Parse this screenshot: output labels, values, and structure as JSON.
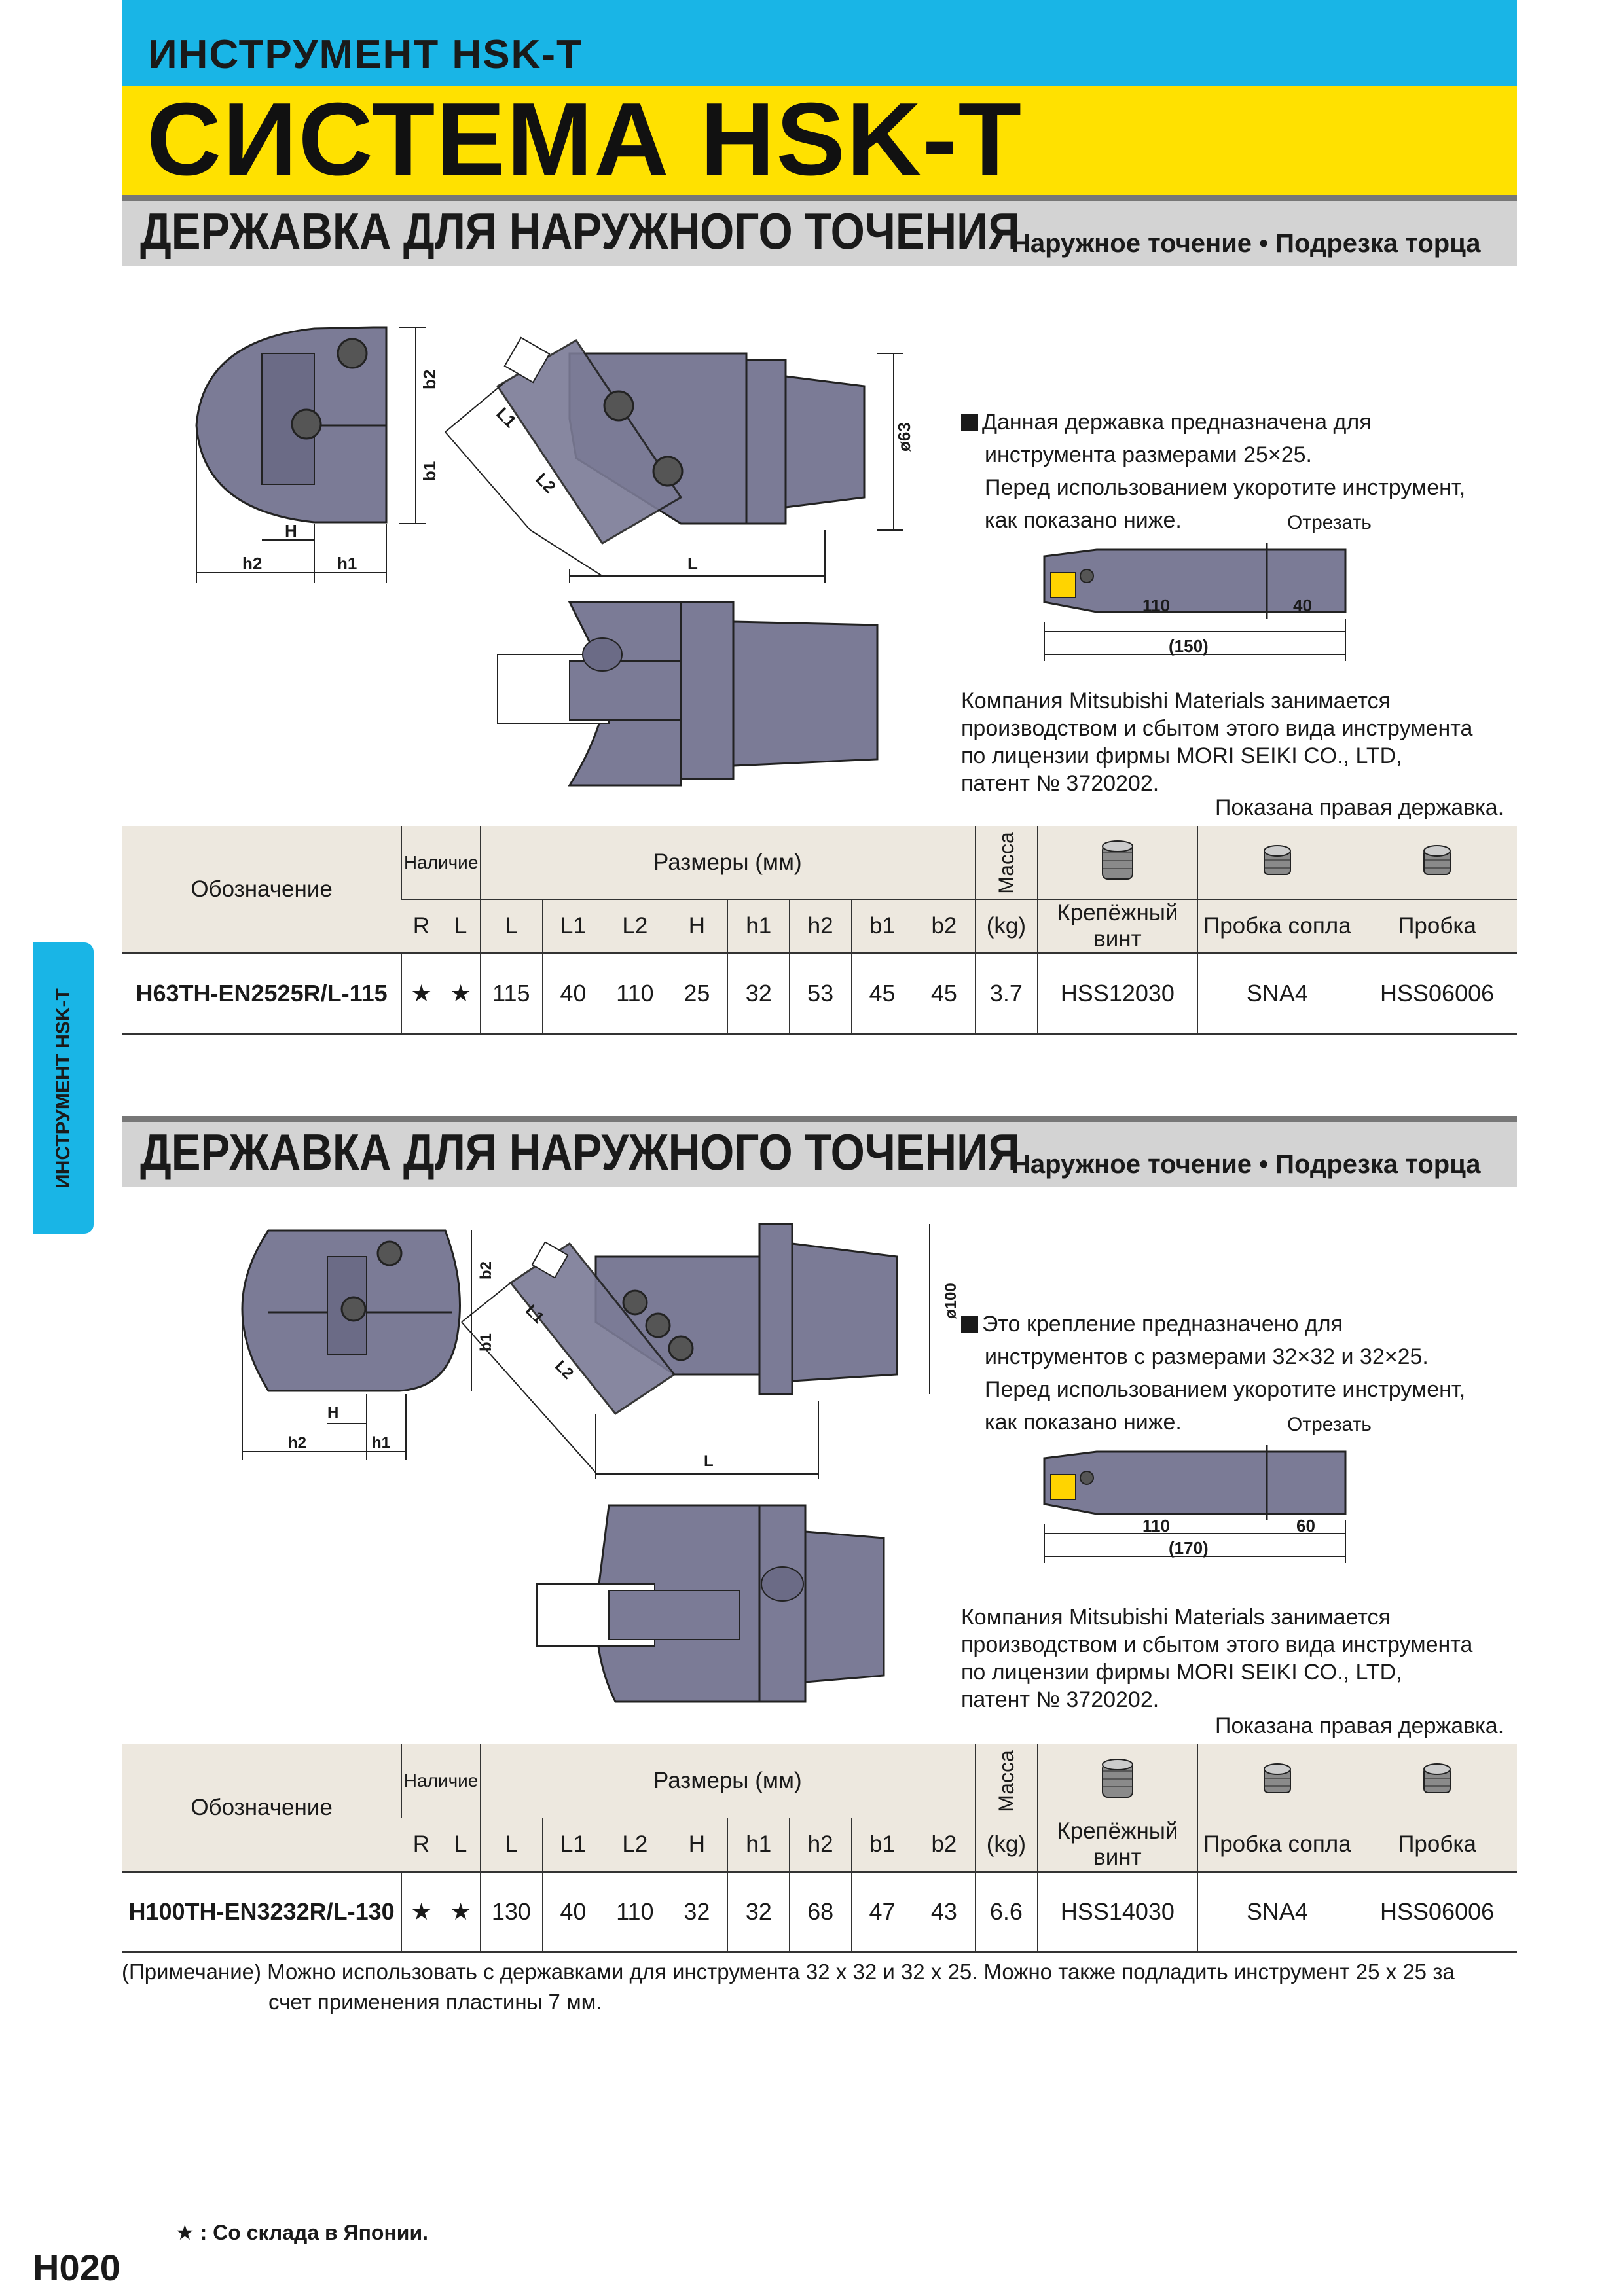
{
  "header": {
    "subtitle": "ИНСТРУМЕНТ HSK-T",
    "title": "СИСТЕМА HSK-T"
  },
  "side_tab": "ИНСТРУМЕНТ HSK-T",
  "colors": {
    "cyan": "#19b5e6",
    "yellow": "#ffe100",
    "gray_bar": "#d3d3d3",
    "drawing": "#7b7b96"
  },
  "section1": {
    "title": "ДЕРЖАВКА ДЛЯ НАРУЖНОГО ТОЧЕНИЯ",
    "subtitle": "Наружное точение • Подрезка торца",
    "drawing_labels": {
      "b2": "b2",
      "b1": "b1",
      "H": "H",
      "h2": "h2",
      "h1": "h1",
      "L1": "L1",
      "L2": "L2",
      "L": "L",
      "dia": "ø63"
    },
    "note_lines": [
      "Данная державка предназначена для",
      "инструмента размерами 25×25.",
      "Перед использованием укоротите инструмент,",
      "как показано ниже."
    ],
    "cut_label": "Отрезать",
    "cut_dims": {
      "a": "110",
      "b": "40",
      "total": "(150)"
    },
    "license_lines": [
      "Компания Mitsubishi Materials занимается",
      "производством и сбытом этого вида инструмента",
      "по лицензии фирмы MORI SEIKI CO., LTD,",
      "патент № 3720202."
    ],
    "shown": "Показана правая державка.",
    "table": {
      "h_designation": "Обозначение",
      "h_availability": "Наличие",
      "h_dimensions": "Размеры (мм)",
      "h_mass": "Масса",
      "h_kg": "(kg)",
      "h_screw": "Крепёжный винт",
      "h_nozzle": "Пробка сопла",
      "h_plug": "Пробка",
      "cols": [
        "R",
        "L",
        "L",
        "L1",
        "L2",
        "H",
        "h1",
        "h2",
        "b1",
        "b2"
      ],
      "row": {
        "designation": "H63TH-EN2525R/L-115",
        "R": "★",
        "L": "★",
        "dims": [
          "115",
          "40",
          "110",
          "25",
          "32",
          "53",
          "45",
          "45"
        ],
        "mass": "3.7",
        "screw": "HSS12030",
        "nozzle": "SNA4",
        "plug": "HSS06006"
      }
    }
  },
  "section2": {
    "title": "ДЕРЖАВКА ДЛЯ НАРУЖНОГО ТОЧЕНИЯ",
    "subtitle": "Наружное точение • Подрезка торца",
    "drawing_labels": {
      "b2": "b2",
      "b1": "b1",
      "H": "H",
      "h2": "h2",
      "h1": "h1",
      "L1": "L1",
      "L2": "L2",
      "L": "L",
      "dia": "ø100"
    },
    "note_lines": [
      "Это крепление предназначено для",
      "инструментов с размерами 32×32 и 32×25.",
      "Перед использованием укоротите инструмент,",
      "как показано ниже."
    ],
    "cut_label": "Отрезать",
    "cut_dims": {
      "a": "110",
      "b": "60",
      "total": "(170)"
    },
    "license_lines": [
      "Компания Mitsubishi Materials занимается",
      "производством и сбытом этого вида инструмента",
      "по лицензии фирмы MORI SEIKI CO., LTD,",
      "патент № 3720202."
    ],
    "shown": "Показана правая державка.",
    "table": {
      "h_designation": "Обозначение",
      "h_availability": "Наличие",
      "h_dimensions": "Размеры (мм)",
      "h_mass": "Масса",
      "h_kg": "(kg)",
      "h_screw": "Крепёжный винт",
      "h_nozzle": "Пробка сопла",
      "h_plug": "Пробка",
      "cols": [
        "R",
        "L",
        "L",
        "L1",
        "L2",
        "H",
        "h1",
        "h2",
        "b1",
        "b2"
      ],
      "row": {
        "designation": "H100TH-EN3232R/L-130",
        "R": "★",
        "L": "★",
        "dims": [
          "130",
          "40",
          "110",
          "32",
          "32",
          "68",
          "47",
          "43"
        ],
        "mass": "6.6",
        "screw": "HSS14030",
        "nozzle": "SNA4",
        "plug": "HSS06006"
      }
    }
  },
  "remark_lines": [
    "(Примечание) Можно использовать с державками для инструмента 32 x 32 и 32 x 25. Можно также подладить инструмент 25 x 25 за",
    "счет применения пластины 7 мм."
  ],
  "footer": {
    "stock_note": "★ : Со склада в Японии.",
    "page": "H020"
  }
}
